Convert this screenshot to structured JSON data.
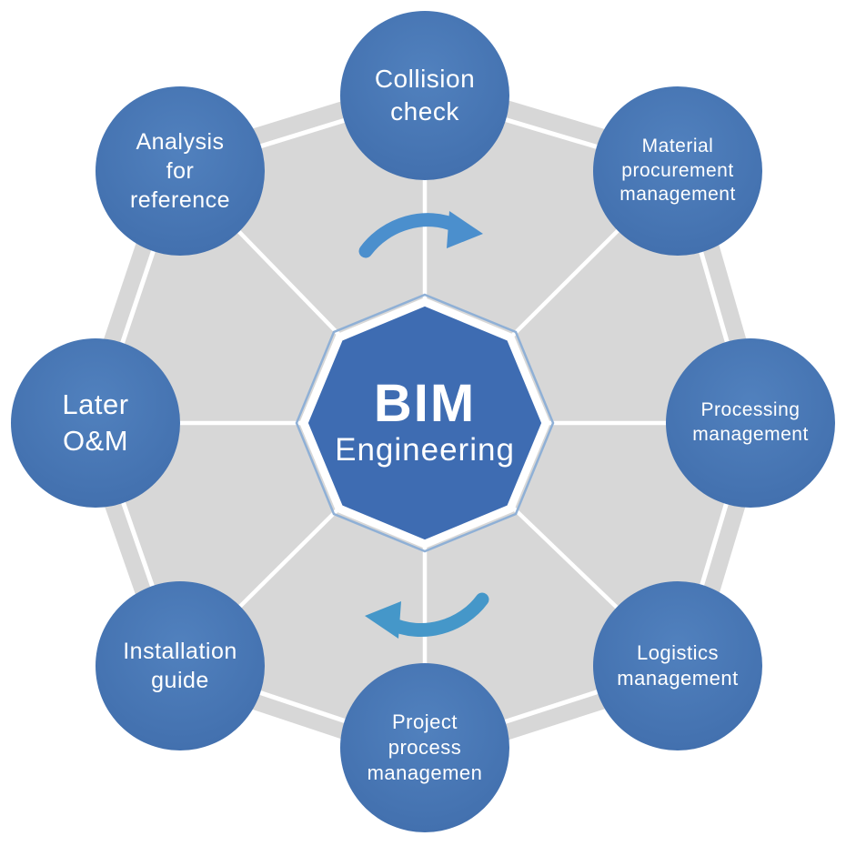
{
  "title": "BIM Engineering application diagram",
  "center": {
    "title": "BIM",
    "subtitle": "Engineering"
  },
  "nodes": [
    {
      "id": "collision-check",
      "lines": [
        "Collision",
        "check"
      ]
    },
    {
      "id": "material-procurement-management",
      "lines": [
        "Material",
        "procurement",
        "management"
      ]
    },
    {
      "id": "processing-management",
      "lines": [
        "Processing",
        "management"
      ]
    },
    {
      "id": "logistics-management",
      "lines": [
        "Logistics",
        "management"
      ]
    },
    {
      "id": "project-process-management",
      "lines": [
        "Project",
        "process",
        "managemen"
      ]
    },
    {
      "id": "installation-guide",
      "lines": [
        "Installation",
        "guide"
      ]
    },
    {
      "id": "later-om",
      "lines": [
        "Later",
        "O&M"
      ]
    },
    {
      "id": "analysis-for-reference",
      "lines": [
        "Analysis",
        "for",
        "reference"
      ]
    }
  ],
  "icons": [
    {
      "name": "flow-arrow-top-icon",
      "meaning": "clockwise flow arrow pointing right"
    },
    {
      "name": "flow-arrow-bottom-icon",
      "meaning": "clockwise flow arrow pointing left"
    }
  ],
  "colors": {
    "node_blue": "#4472b0",
    "center_blue": "#3e6cb2",
    "octagon_gray": "#d7d7d7",
    "connector_white": "#ffffff",
    "arrow_blue_top": "#4b8fcd",
    "arrow_blue_bottom": "#4597c9",
    "text_white": "#ffffff"
  }
}
